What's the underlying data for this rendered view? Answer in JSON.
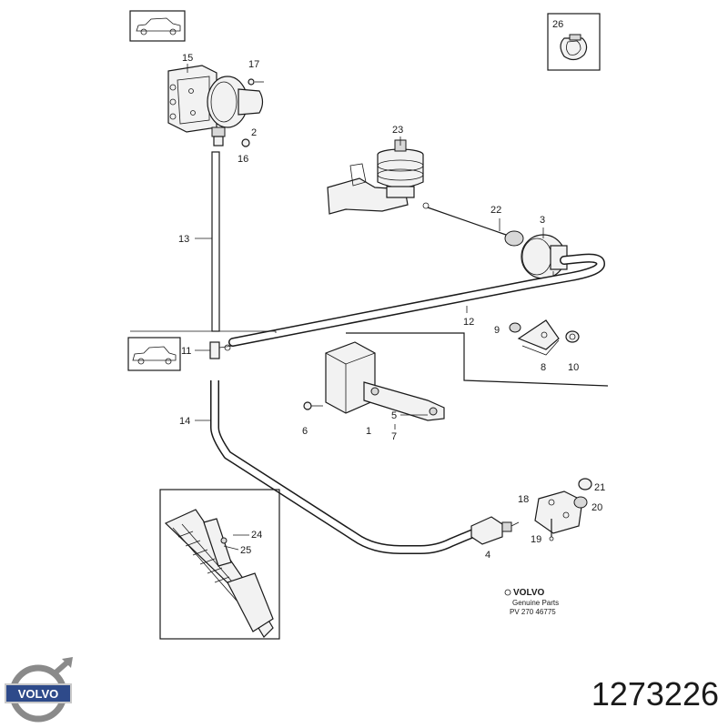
{
  "part_number": "1273226",
  "brand_badge": "VOLVO",
  "logo_text": "VOLVO",
  "stamp": {
    "brand": "VOLVO",
    "line1": "Genuine Parts",
    "line2": "PV 270 46775"
  },
  "callouts": {
    "c1": "1",
    "c2": "2",
    "c3": "3",
    "c4": "4",
    "c5": "5",
    "c6": "6",
    "c7": "7",
    "c8": "8",
    "c9": "9",
    "c10": "10",
    "c11": "11",
    "c12": "12",
    "c13": "13",
    "c14": "14",
    "c15": "15",
    "c16": "16",
    "c17": "17",
    "c18": "18",
    "c19": "19",
    "c20": "20",
    "c21": "21",
    "c22": "22",
    "c23": "23",
    "c24": "24",
    "c25": "25",
    "c26": "26"
  },
  "icons": [
    "car-silhouette-icon",
    "clip-icon",
    "volvo-logo-icon"
  ],
  "colors": {
    "ink": "#1a1a1a",
    "badge": "#2e4a8a",
    "logo_ring": "#8a8a8a"
  }
}
